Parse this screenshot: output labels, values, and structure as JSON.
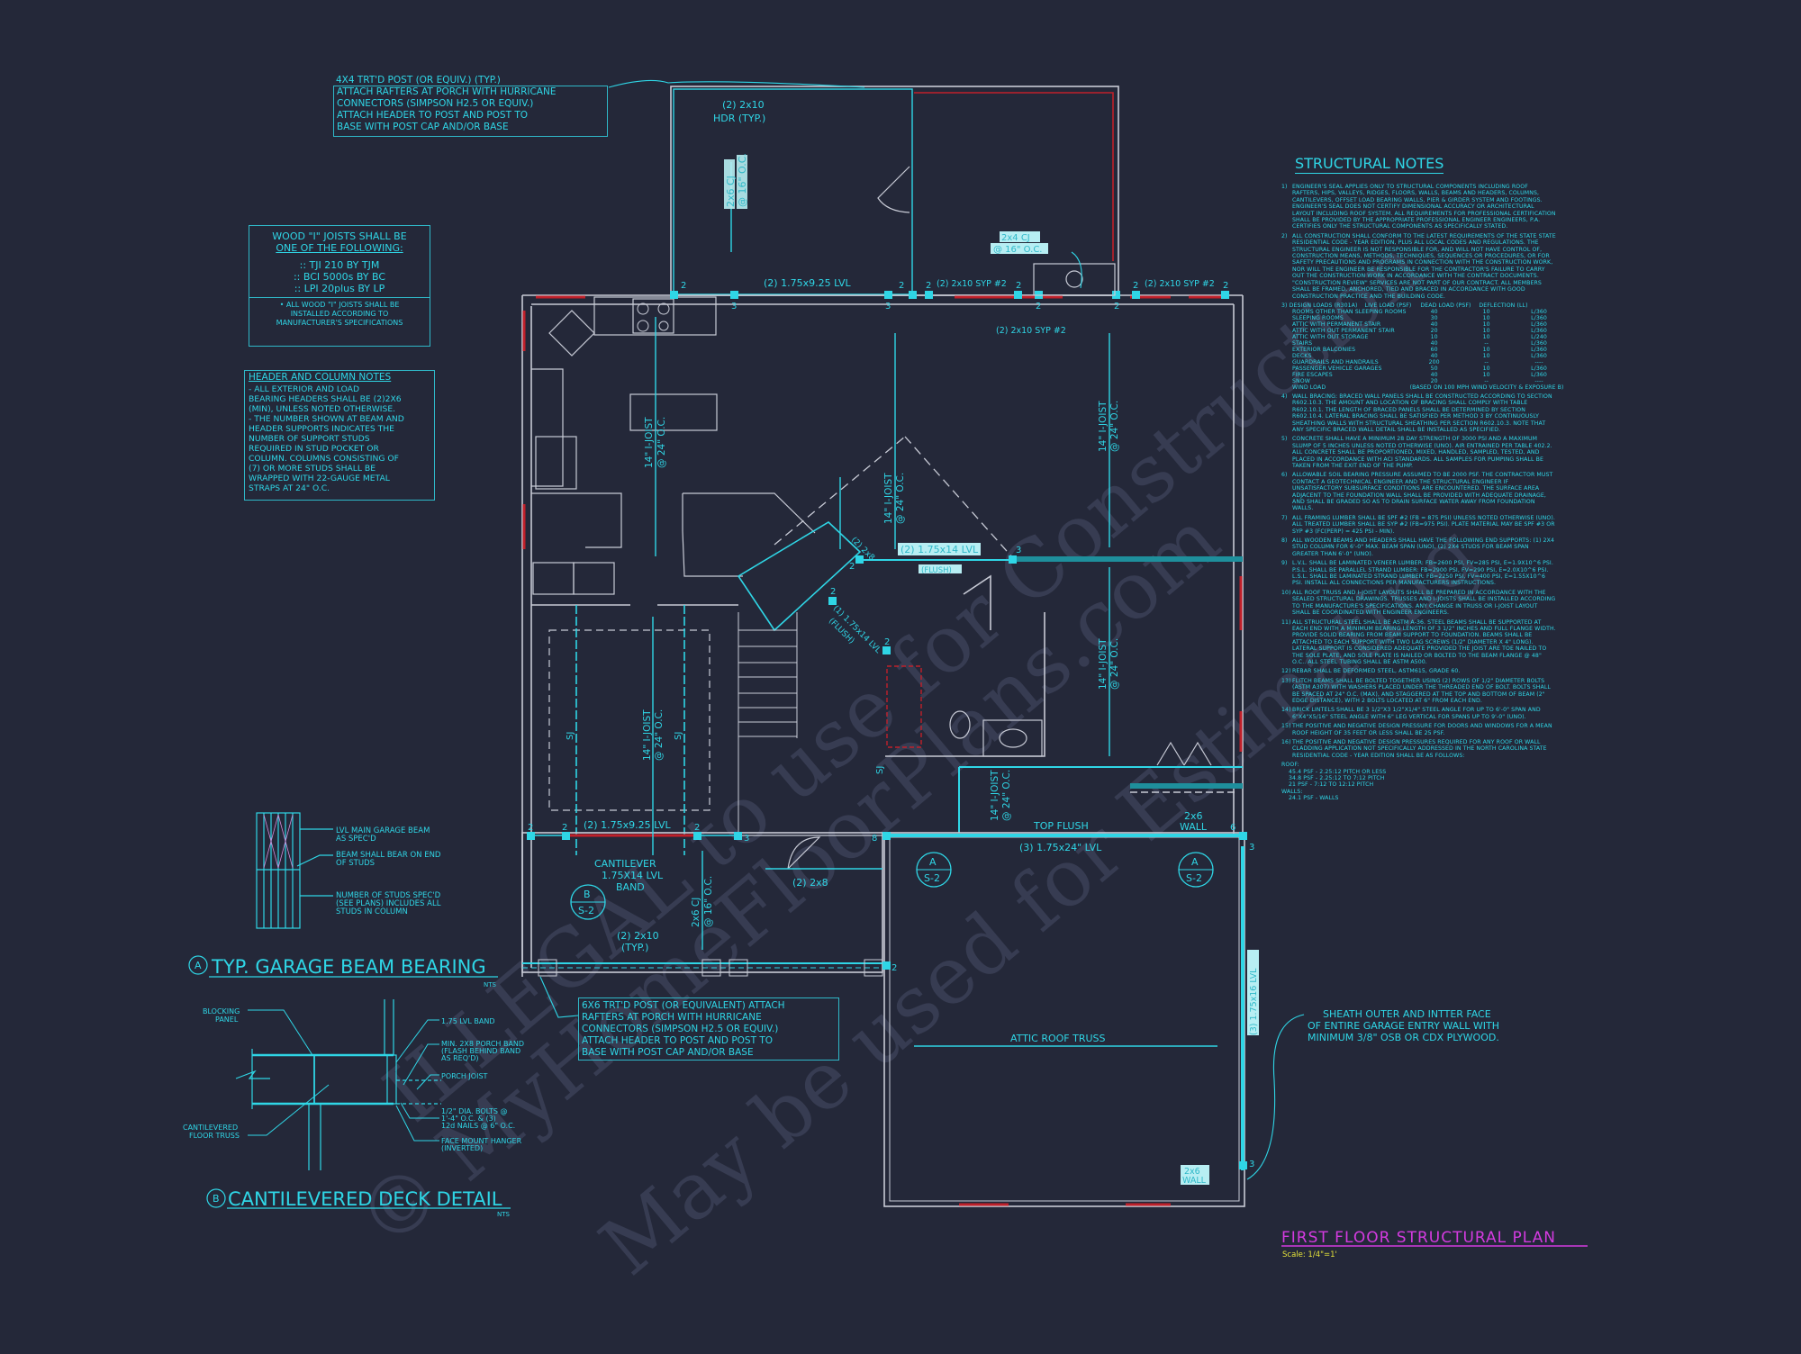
{
  "sheet": {
    "title": "FIRST FLOOR STRUCTURAL PLAN",
    "scale": "Scale: 1/4\"=1'",
    "colors": {
      "background": "#242839",
      "annotation": "#2fd6e6",
      "wall": "#c8cbd6",
      "beam_red": "#c0202a",
      "title": "#d43be0",
      "scale": "#e6e43a"
    },
    "watermark": [
      "© MyHomeFloorPlans.com",
      "ILLEGAL to use for Construction",
      "May be used for Estimating"
    ]
  },
  "porch_post_note_top": {
    "heading": "4x4 TRT'D POST (OR EQUIV.) (TYP.)",
    "lines": [
      "ATTACH RAFTERS AT PORCH WITH HURRICANE",
      "CONNECTORS (SIMPSON H2.5 OR EQUIV.)",
      "ATTACH HEADER TO POST AND POST TO",
      "BASE WITH POST CAP AND/OR BASE"
    ]
  },
  "joist_note": {
    "heading1": "WOOD \"I\" JOISTS SHALL BE",
    "heading2": "ONE OF THE FOLLOWING:",
    "items": [
      ":: TJI 210 BY TJM",
      ":: BCI 5000s BY BC",
      ":: LPI 20plus BY LP"
    ],
    "footer": [
      "• ALL WOOD \"I\" JOISTS SHALL BE",
      "INSTALLED ACCORDING TO",
      "MANUFACTURER'S SPECIFICATIONS"
    ]
  },
  "header_column_notes": {
    "title": "HEADER AND COLUMN NOTES",
    "lines": [
      "- ALL EXTERIOR AND LOAD",
      "BEARING HEADERS SHALL BE (2)2X6",
      "(MIN), UNLESS NOTED OTHERWISE.",
      "- THE NUMBER SHOWN AT BEAM AND",
      "HEADER SUPPORTS INDICATES THE",
      "NUMBER OF SUPPORT STUDS",
      "REQUIRED IN STUD POCKET OR",
      "COLUMN. COLUMNS CONSISTING OF",
      "(7) OR MORE STUDS SHALL BE",
      "WRAPPED WITH 22-GAUGE METAL",
      "STRAPS AT 24\" O.C."
    ]
  },
  "structural_notes": {
    "title": "STRUCTURAL NOTES",
    "notes": [
      {
        "num": "1)",
        "text": "ENGINEER'S SEAL APPLIES ONLY TO STRUCTURAL COMPONENTS INCLUDING ROOF RAFTERS, HIPS, VALLEYS, RIDGES, FLOORS, WALLS, BEAMS AND HEADERS, COLUMNS, CANTILEVERS, OFFSET LOAD BEARING WALLS, PIER & GIRDER SYSTEM AND FOOTINGS. ENGINEER'S SEAL DOES NOT CERTIFY DIMENSIONAL ACCURACY OR ARCHITECTURAL LAYOUT INCLUDING ROOF SYSTEM. ALL REQUIREMENTS FOR PROFESSIONAL CERTIFICATION SHALL BE PROVIDED BY THE APPROPRIATE PROFESSIONAL ENGINEER ENGINEERS, P.A. CERTIFIES ONLY THE STRUCTURAL COMPONENTS AS SPECIFICALLY STATED."
      },
      {
        "num": "2)",
        "text": "ALL CONSTRUCTION SHALL CONFORM TO THE LATEST REQUIREMENTS OF THE STATE STATE RESIDENTIAL CODE - YEAR EDITION, PLUS ALL LOCAL CODES AND REGULATIONS. THE STRUCTURAL ENGINEER IS NOT RESPONSIBLE FOR, AND WILL NOT HAVE CONTROL OF, CONSTRUCTION MEANS, METHODS, TECHNIQUES, SEQUENCES OR PROCEDURES, OR FOR SAFETY PRECAUTIONS AND PROGRAMS IN CONNECTION WITH THE CONSTRUCTION WORK, NOR WILL THE ENGINEER BE RESPONSIBLE FOR THE CONTRACTOR'S FAILURE TO CARRY OUT THE CONSTRUCTION WORK IN ACCORDANCE WITH THE CONTRACT DOCUMENTS. \"CONSTRUCTION REVIEW\" SERVICES ARE NOT PART OF OUR CONTRACT. ALL MEMBERS SHALL BE FRAMED, ANCHORED, TIED AND BRACED IN ACCORDANCE WITH GOOD CONSTRUCTION PRACTICE AND THE BUILDING CODE."
      }
    ],
    "design_loads": {
      "heading": "3) DESIGN LOADS (R301A)",
      "columns": [
        "LIVE LOAD (PSF)",
        "DEAD LOAD (PSF)",
        "DEFLECTION (LL)"
      ],
      "rows": [
        [
          "ROOMS OTHER THAN SLEEPING ROOMS",
          "40",
          "10",
          "L/360"
        ],
        [
          "SLEEPING ROOMS",
          "30",
          "10",
          "L/360"
        ],
        [
          "ATTIC WITH PERMANENT STAIR",
          "40",
          "10",
          "L/360"
        ],
        [
          "ATTIC WITH OUT PERMANENT STAIR",
          "20",
          "10",
          "L/360"
        ],
        [
          "ATTIC WITH OUT STORAGE",
          "10",
          "10",
          "L/240"
        ],
        [
          "STAIRS",
          "40",
          "--",
          "L/360"
        ],
        [
          "EXTERIOR BALCONIES",
          "60",
          "10",
          "L/360"
        ],
        [
          "DECKS",
          "40",
          "10",
          "L/360"
        ],
        [
          "GUARDRAILS AND HANDRAILS",
          "200",
          "--",
          "----"
        ],
        [
          "PASSENGER VEHICLE GARAGES",
          "50",
          "10",
          "L/360"
        ],
        [
          "FIRE ESCAPES",
          "40",
          "10",
          "L/360"
        ],
        [
          "SNOW",
          "20",
          "--",
          "----"
        ]
      ],
      "wind": [
        "WIND LOAD",
        "(BASED ON 100 MPH WIND VELOCITY & EXPOSURE B)"
      ]
    },
    "notes_after": [
      {
        "num": "4)",
        "text": "WALL BRACING: BRACED WALL PANELS SHALL BE CONSTRUCTED ACCORDING TO SECTION R602.10.3. THE AMOUNT AND LOCATION OF BRACING SHALL COMPLY WITH TABLE R602.10.1. THE LENGTH OF BRACED PANELS SHALL BE DETERMINED BY SECTION R602.10.4. LATERAL BRACING SHALL BE SATISFIED PER METHOD 3 BY CONTINUOUSLY SHEATHING WALLS WITH STRUCTURAL SHEATHING PER SECTION R602.10.3. NOTE THAT ANY SPECIFIC BRACED WALL DETAIL SHALL BE INSTALLED AS SPECIFIED."
      },
      {
        "num": "5)",
        "text": "CONCRETE SHALL HAVE A MINIMUM 28 DAY STRENGTH OF 3000 PSI AND A MAXIMUM SLUMP OF 5 INCHES UNLESS NOTED OTHERWISE (UNO). AIR ENTRAINED PER TABLE 402.2. ALL CONCRETE SHALL BE PROPORTIONED, MIXED, HANDLED, SAMPLED, TESTED, AND PLACED IN ACCORDANCE WITH ACI STANDARDS. ALL SAMPLES FOR PUMPING SHALL BE TAKEN FROM THE EXIT END OF THE PUMP."
      },
      {
        "num": "6)",
        "text": "ALLOWABLE SOIL BEARING PRESSURE ASSUMED TO BE 2000 PSF. THE CONTRACTOR MUST CONTACT A GEOTECHNICAL ENGINEER AND THE STRUCTURAL ENGINEER IF UNSATISFACTORY SUBSURFACE CONDITIONS ARE ENCOUNTERED. THE SURFACE AREA ADJACENT TO THE FOUNDATION WALL SHALL BE PROVIDED WITH ADEQUATE DRAINAGE, AND SHALL BE GRADED SO AS TO DRAIN SURFACE WATER AWAY FROM FOUNDATION WALLS."
      },
      {
        "num": "7)",
        "text": "ALL FRAMING LUMBER SHALL BE SPF #2 (Fb = 875 PSI) UNLESS NOTED OTHERWISE (UNO). ALL TREATED LUMBER SHALL BE SYP #2 (Fb=975 PSI). PLATE MATERIAL MAY BE SPF #3 OR SYP #3 (Fc(perp) = 425 PSI - MIN)."
      },
      {
        "num": "8)",
        "text": "ALL WOODEN BEAMS AND HEADERS SHALL HAVE THE FOLLOWING END SUPPORTS: (1) 2x4 STUD COLUMN FOR 6'-0\" MAX. BEAM SPAN (UNO), (2) 2X4 STUDS FOR BEAM SPAN GREATER THAN 6'-0\" (UNO)."
      },
      {
        "num": "9)",
        "text": "L.V.L. SHALL BE LAMINATED VENEER LUMBER: Fb=2600 PSI, Fv=285 PSI, E=1.9x10^6 PSI. P.S.L. SHALL BE PARALLEL STRAND LUMBER: Fb=2900 PSI, Fv=290 PSI, E=2.0x10^6 PSI. L.S.L. SHALL BE LAMINATED STRAND LUMBER: Fb=2250 PSI, Fv=400 PSI, E=1.55x10^6 PSI. INSTALL ALL CONNECTIONS PER MANUFACTURERS INSTRUCTIONS."
      },
      {
        "num": "10)",
        "text": "ALL ROOF TRUSS AND I-JOIST LAYOUTS SHALL BE PREPARED IN ACCORDANCE WITH THE SEALED STRUCTURAL DRAWINGS. TRUSSES AND I-JOISTS SHALL BE INSTALLED ACCORDING TO THE MANUFACTURE'S SPECIFICATIONS. ANY CHANGE IN TRUSS OR I-JOIST LAYOUT SHALL BE COORDINATED WITH ENGINEER ENGINEERS."
      },
      {
        "num": "11)",
        "text": "ALL STRUCTURAL STEEL SHALL BE ASTM A-36. STEEL BEAMS SHALL BE SUPPORTED AT EACH END WITH A MINIMUM BEARING LENGTH OF 3 1/2\" INCHES AND FULL FLANGE WIDTH. PROVIDE SOLID BEARING FROM BEAM SUPPORT TO FOUNDATION. BEAMS SHALL BE ATTACHED TO EACH SUPPORT WITH TWO LAG SCREWS (1/2\" DIAMETER x 4\" LONG). LATERAL SUPPORT IS CONSIDERED ADEQUATE PROVIDED THE JOIST ARE TOE NAILED TO THE SOLE PLATE, AND SOLE PLATE IS NAILED OR BOLTED TO THE BEAM FLANGE @ 48\" O.C.. ALL STEEL TUBING SHALL BE ASTM A500."
      },
      {
        "num": "12)",
        "text": "REBAR SHALL BE DEFORMED STEEL, ASTM615, GRADE 60."
      },
      {
        "num": "13)",
        "text": "FLITCH BEAMS SHALL BE BOLTED TOGETHER USING (2) ROWS OF 1/2\" DIAMETER BOLTS (ASTM A307) WITH WASHERS PLACED UNDER THE THREADED END OF BOLT. BOLTS SHALL BE SPACED AT 24\" O.C. (MAX), AND STAGGERED AT THE TOP AND BOTTOM OF BEAM (2\" EDGE DISTANCE), WITH 2 BOLTS LOCATED AT 6\" FROM EACH END."
      },
      {
        "num": "14)",
        "text": "BRICK LINTELS SHALL BE 3 1/2\"x3 1/2\"x1/4\" STEEL ANGLE FOR UP TO 6'-0\" SPAN AND 6\"x4\"x5/16\" STEEL ANGLE WITH 6\" LEG VERTICAL FOR SPANS UP TO 9'-0\" (UNO)."
      },
      {
        "num": "15)",
        "text": "THE POSITIVE AND NEGATIVE DESIGN PRESSURE FOR DOORS AND WINDOWS FOR A MEAN ROOF HEIGHT OF 35 FEET OR LESS SHALL BE 25 PSF."
      },
      {
        "num": "16)",
        "text": "THE POSITIVE AND NEGATIVE DESIGN PRESSURES REQUIRED FOR ANY ROOF OR WALL CLADDING APPLICATION NOT SPECIFICALLY ADDRESSED IN THE NORTH CAROLINA STATE RESIDENTIAL CODE - YEAR EDITION SHALL BE AS FOLLOWS:"
      }
    ],
    "pressures": {
      "roof_label": "ROOF:",
      "roof": [
        "45.4 PSF - 2.25:12 PITCH OR LESS",
        "34.8 PSF - 2.25:12 TO 7:12 PITCH",
        "21 PSF - 7:12 TO 12:12 PITCH"
      ],
      "walls_label": "WALLS:",
      "walls": [
        "24.1 PSF - WALLS"
      ]
    }
  },
  "detail_a": {
    "marker": "A",
    "title": "TYP. GARAGE BEAM BEARING",
    "nts": "NTS",
    "callouts": [
      [
        "LVL MAIN GARAGE BEAM",
        "AS SPEC'D"
      ],
      [
        "BEAM SHALL BEAR ON END",
        "OF STUDS"
      ],
      [
        "NUMBER OF STUDS SPEC'D",
        "(SEE PLANS) INCLUDES ALL",
        "STUDS IN COLUMN"
      ]
    ]
  },
  "detail_b": {
    "marker": "B",
    "title": "CANTILEVERED DECK DETAIL",
    "nts": "NTS",
    "callouts_left": [
      [
        "BLOCKING",
        "PANEL"
      ],
      [
        "CANTILEVERED",
        "FLOOR TRUSS"
      ]
    ],
    "callouts_right": [
      [
        "1.75 LVL BAND"
      ],
      [
        "MIN. 2X8 PORCH BAND",
        "(FLASH BEHIND BAND",
        "AS REQ'D)"
      ],
      [
        "PORCH JOIST"
      ],
      [
        "1/2\" DIA. BOLTS @",
        "1'-4\" O.C. & (3)",
        "12d NAILS @ 6\" O.C."
      ],
      [
        "FACE MOUNT HANGER",
        "(INVERTED)"
      ]
    ]
  },
  "porch_post_note_bottom": {
    "lines": [
      "6x6 TRT'D POST (OR EQUIVALENT) ATTACH",
      "RAFTERS AT PORCH WITH HURRICANE",
      "CONNECTORS (SIMPSON H2.5 OR EQUIV.)",
      "ATTACH HEADER TO POST AND POST TO",
      "BASE WITH POST CAP AND/OR BASE"
    ]
  },
  "sheath_note": {
    "lines": [
      "SHEATH OUTER AND INTTER FACE",
      "OF ENTIRE GARAGE ENTRY WALL WITH",
      "MINIMUM 3/8\" OSB OR CDX PLYWOOD."
    ]
  },
  "plan_labels": {
    "porch_hdr": [
      "(2) 2x10",
      "HDR (TYP.)"
    ],
    "porch_cj": [
      "2x6 CJ",
      "@ 16\" O.C."
    ],
    "top_lvl": "(2) 1.75x9.25 LVL",
    "syp_left": "(2) 2x10 SYP #2",
    "syp_right": "(2) 2x10 SYP #2",
    "syp_below": "(2) 2x10 SYP #2",
    "cj_2x4": [
      "2x4 CJ",
      "@ 16\" O.C."
    ],
    "joist_kitchen": [
      "14\" I-JOIST",
      "@ 24\" O.C."
    ],
    "joist_diag": [
      "14\" I-JOIST",
      "@ 24\" O.C."
    ],
    "joist_right_top": [
      "14\" I-JOIST",
      "@ 24\" O.C."
    ],
    "joist_right_mid": [
      "14\" I-JOIST",
      "@ 24\" O.C."
    ],
    "joist_dining": [
      "14\" I-JOIST",
      "@ 24\" O.C."
    ],
    "joist_hall": [
      "14\" I-JOIST",
      "@ 24\" O.C."
    ],
    "stair_2x8": "(2) 2x8",
    "lvl_14": "(2) 1.75x14 LVL",
    "flush": "(FLUSH)",
    "lvl_1_14": [
      "(1) 1.75x14 LVL",
      "(FLUSH)"
    ],
    "sj": "SJ",
    "dining_lvl": "(2) 1.75x9.25 LVL",
    "cantilever": [
      "CANTILEVER",
      "1.75X14 LVL",
      "BAND"
    ],
    "porch_cj2": [
      "2x6 CJ",
      "@ 16\" O.C."
    ],
    "porch_2x10": [
      "(2) 2x10",
      "(TYP.)"
    ],
    "hall_2x8": "(2) 2x8",
    "top_flush": "TOP FLUSH",
    "garage_lvl": "(3) 1.75x24\" LVL",
    "wall_2x6_top": [
      "2x6",
      "WALL"
    ],
    "wall_2x6_bot": [
      "2x6",
      "WALL"
    ],
    "garage_side_lvl": "(3) 1.75x16 LVL",
    "attic_truss": "ATTIC ROOF TRUSS",
    "section_markers": [
      {
        "letter": "B",
        "sheet": "S-2"
      },
      {
        "letter": "A",
        "sheet": "S-2"
      },
      {
        "letter": "A",
        "sheet": "S-2"
      }
    ],
    "stud_counts": [
      "2",
      "3",
      "2",
      "3",
      "2",
      "2",
      "2",
      "2",
      "2",
      "2",
      "2",
      "2",
      "3",
      "2",
      "2",
      "2",
      "2",
      "3",
      "8",
      "6",
      "3",
      "3",
      "2"
    ]
  }
}
